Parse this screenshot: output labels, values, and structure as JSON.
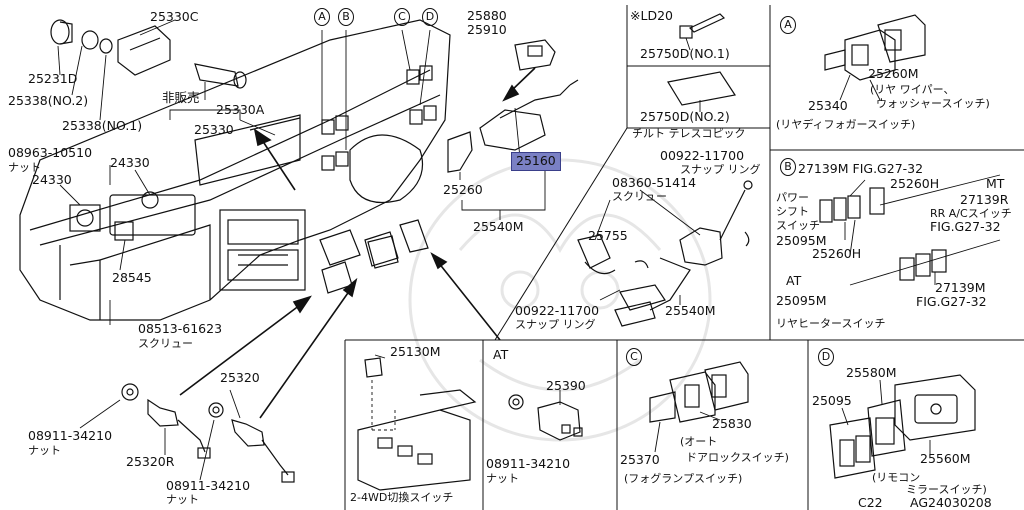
{
  "watermark": "faint decorative emblem (background)",
  "labels": {
    "p25330c": "25330C",
    "p25231d": "25231D",
    "p25338_2": "25338(NO.2)",
    "p25338_1": "25338(NO.1)",
    "hihanbai": "非販売",
    "p25330a": "25330A",
    "p25330": "25330",
    "p08963": "08963-10510",
    "natto1": "ナット",
    "p24330a": "24330",
    "p24330b": "24330",
    "p28545": "28545",
    "p08513": "08513-61623",
    "screw1": "スクリュー",
    "p08911a": "08911-34210",
    "natto2": "ナット",
    "p25320r": "25320R",
    "p25320": "25320",
    "p08911b": "08911-34210",
    "natto3": "ナット",
    "p25880": "25880",
    "p25910": "25910",
    "p25260": "25260",
    "p25160": "25160",
    "p25540m_a": "25540M",
    "ld20": "※LD20",
    "p25750d1": "25750D(NO.1)",
    "p25750d2": "25750D(NO.2)",
    "tilt": "チルト テレスコピック",
    "p00922a": "00922-11700",
    "snap1": "スナップ リング",
    "p08360": "08360-51414",
    "screw2": "スクリュー",
    "p25755": "25755",
    "p00922b": "00922-11700",
    "snap2": "スナップ リング",
    "p25540m_b": "25540M",
    "p25260m": "25260M",
    "rear_wiper": "(リヤ ワイパー、",
    "washer": "ウォッシャースイッチ)",
    "p25340": "25340",
    "defogger": "(リヤディフォガースイッチ)",
    "p27139m_b": "27139M FIG.G27-32",
    "power": "パワー",
    "shift": "シフト",
    "switch_b": "スイッチ",
    "p25260h_a": "25260H",
    "mt": "MT",
    "p27139r": "27139R",
    "ra_ac": "RR A/Cスイッチ",
    "fig1": "FIG.G27-32",
    "p25095m_a": "25095M",
    "p25260h_b": "25260H",
    "at1": "AT",
    "p25095m_b": "25095M",
    "p27139m_c": "27139M",
    "fig2": "FIG.G27-32",
    "rear_heater": "リヤヒータースイッチ",
    "p25130m": "25130M",
    "awd": "2-4WD切換スイッチ",
    "at2": "AT",
    "p25390": "25390",
    "p08911c": "08911-34210",
    "natto4": "ナット",
    "p25370": "25370",
    "p25830": "25830",
    "auto": "(オート",
    "door_lock": "ドアロックスイッチ)",
    "fog": "(フォグランプスイッチ)",
    "p25095": "25095",
    "p25580m": "25580M",
    "p25560m": "25560M",
    "remocon": "(リモコン",
    "mirror": "ミラースイッチ)",
    "c22": "C22",
    "ag": "AG24030208"
  },
  "section_tags": {
    "A": "A",
    "B": "B",
    "C": "C",
    "D": "D"
  }
}
